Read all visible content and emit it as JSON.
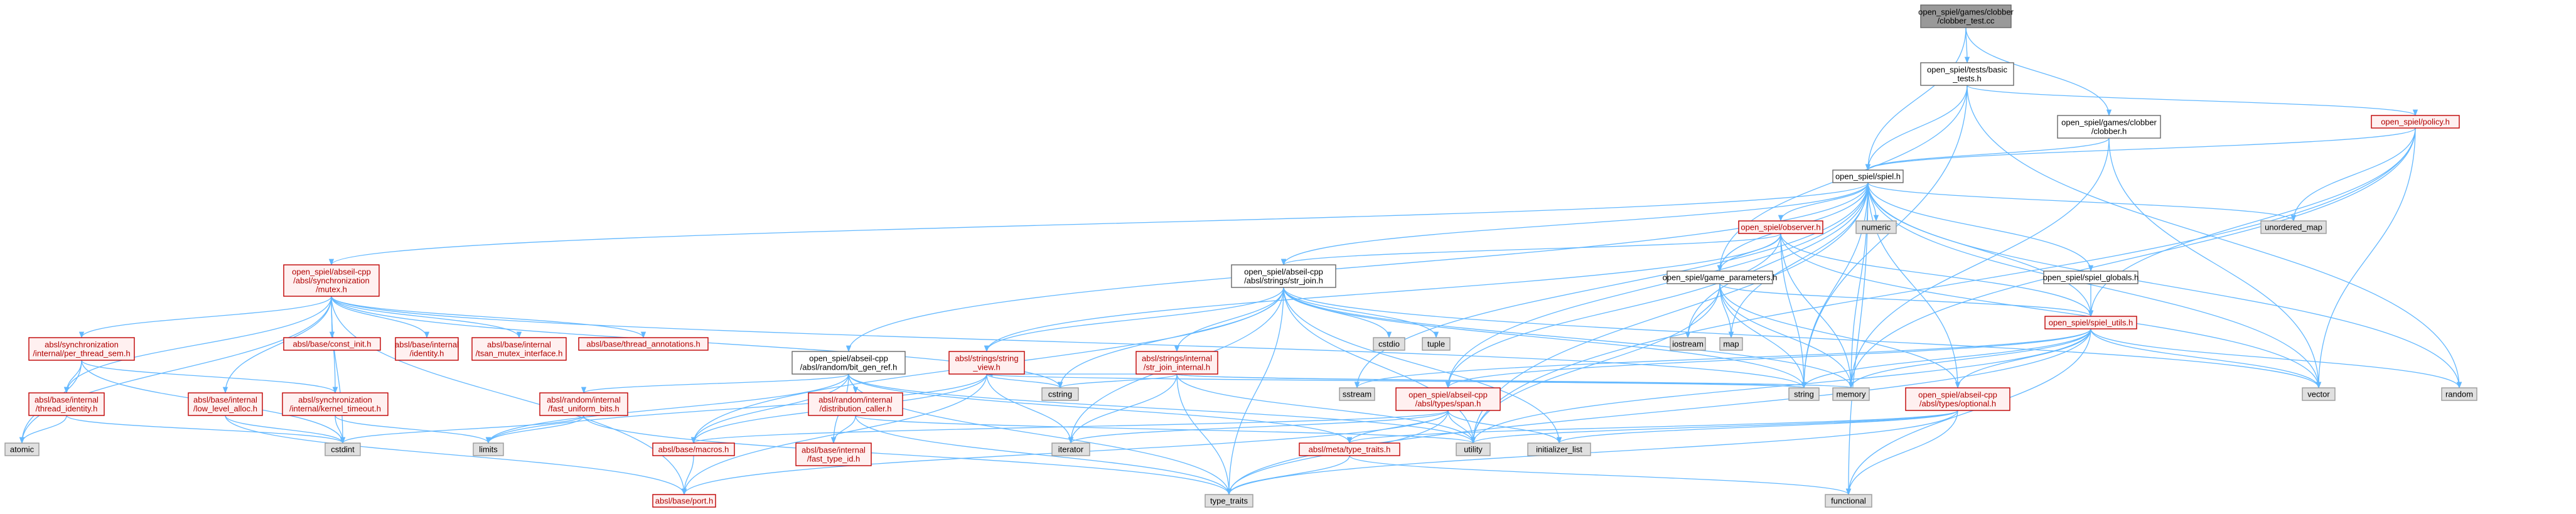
{
  "colors": {
    "edge": "#63b8ff",
    "border_link": "#bf0000",
    "border_plain": "#666666",
    "fill_root": "#999999",
    "fill_doc": "#ffffff",
    "fill_sys": "#e0e0e0",
    "fill_missing": "#fff0f0",
    "text_link": "#b00000",
    "text": "#000000"
  },
  "nodes": [
    {
      "id": "root",
      "kind": "root",
      "lines": [
        "open_spiel/games/clobber",
        "/clobber_test.cc"
      ]
    },
    {
      "id": "basic_tests",
      "kind": "doc",
      "lines": [
        "open_spiel/tests/basic",
        "_tests.h"
      ]
    },
    {
      "id": "clobber_h",
      "kind": "doc",
      "lines": [
        "open_spiel/games/clobber",
        "/clobber.h"
      ]
    },
    {
      "id": "policy_h",
      "kind": "link",
      "lines": [
        "open_spiel/policy.h"
      ]
    },
    {
      "id": "spiel_h",
      "kind": "doc",
      "lines": [
        "open_spiel/spiel.h"
      ]
    },
    {
      "id": "observer_h",
      "kind": "link",
      "lines": [
        "open_spiel/observer.h"
      ]
    },
    {
      "id": "numeric",
      "kind": "sys",
      "lines": [
        "numeric"
      ]
    },
    {
      "id": "unordered_map",
      "kind": "sys",
      "lines": [
        "unordered_map"
      ]
    },
    {
      "id": "mutex_h",
      "kind": "link",
      "lines": [
        "open_spiel/abseil-cpp",
        "/absl/synchronization",
        "/mutex.h"
      ]
    },
    {
      "id": "str_join_h",
      "kind": "doc",
      "lines": [
        "open_spiel/abseil-cpp",
        "/absl/strings/str_join.h"
      ]
    },
    {
      "id": "game_params",
      "kind": "doc",
      "lines": [
        "open_spiel/game_parameters.h"
      ]
    },
    {
      "id": "spiel_globals",
      "kind": "doc",
      "lines": [
        "open_spiel/spiel_globals.h"
      ]
    },
    {
      "id": "spiel_utils",
      "kind": "link",
      "lines": [
        "open_spiel/spiel_utils.h"
      ]
    },
    {
      "id": "per_thread_sem",
      "kind": "link",
      "lines": [
        "absl/synchronization",
        "/internal/per_thread_sem.h"
      ]
    },
    {
      "id": "const_init",
      "kind": "link",
      "lines": [
        "absl/base/const_init.h"
      ]
    },
    {
      "id": "identity_h",
      "kind": "link",
      "lines": [
        "absl/base/internal",
        "/identity.h"
      ]
    },
    {
      "id": "tsan_mutex",
      "kind": "link",
      "lines": [
        "absl/base/internal",
        "/tsan_mutex_interface.h"
      ]
    },
    {
      "id": "thread_annot",
      "kind": "link",
      "lines": [
        "absl/base/thread_annotations.h"
      ]
    },
    {
      "id": "bit_gen_ref",
      "kind": "doc",
      "lines": [
        "open_spiel/abseil-cpp",
        "/absl/random/bit_gen_ref.h"
      ]
    },
    {
      "id": "string_view",
      "kind": "link",
      "lines": [
        "absl/strings/string",
        "_view.h"
      ]
    },
    {
      "id": "str_join_internal",
      "kind": "link",
      "lines": [
        "absl/strings/internal",
        "/str_join_internal.h"
      ]
    },
    {
      "id": "cstdio",
      "kind": "sys",
      "lines": [
        "cstdio"
      ]
    },
    {
      "id": "tuple",
      "kind": "sys",
      "lines": [
        "tuple"
      ]
    },
    {
      "id": "iostream",
      "kind": "sys",
      "lines": [
        "iostream"
      ]
    },
    {
      "id": "map",
      "kind": "sys",
      "lines": [
        "map"
      ]
    },
    {
      "id": "span_h",
      "kind": "link",
      "lines": [
        "open_spiel/abseil-cpp",
        "/absl/types/span.h"
      ]
    },
    {
      "id": "optional_h",
      "kind": "link",
      "lines": [
        "open_spiel/abseil-cpp",
        "/absl/types/optional.h"
      ]
    },
    {
      "id": "thread_identity",
      "kind": "link",
      "lines": [
        "absl/base/internal",
        "/thread_identity.h"
      ]
    },
    {
      "id": "low_level_alloc",
      "kind": "link",
      "lines": [
        "absl/base/internal",
        "/low_level_alloc.h"
      ]
    },
    {
      "id": "kernel_timeout",
      "kind": "link",
      "lines": [
        "absl/synchronization",
        "/internal/kernel_timeout.h"
      ]
    },
    {
      "id": "fast_uniform_bits",
      "kind": "link",
      "lines": [
        "absl/random/internal",
        "/fast_uniform_bits.h"
      ]
    },
    {
      "id": "distribution_caller",
      "kind": "link",
      "lines": [
        "absl/random/internal",
        "/distribution_caller.h"
      ]
    },
    {
      "id": "fast_type_id",
      "kind": "link",
      "lines": [
        "absl/base/internal",
        "/fast_type_id.h"
      ]
    },
    {
      "id": "cstring",
      "kind": "sys",
      "lines": [
        "cstring"
      ]
    },
    {
      "id": "sstream",
      "kind": "sys",
      "lines": [
        "sstream"
      ]
    },
    {
      "id": "string",
      "kind": "sys",
      "lines": [
        "string"
      ]
    },
    {
      "id": "memory",
      "kind": "sys",
      "lines": [
        "memory"
      ]
    },
    {
      "id": "vector",
      "kind": "sys",
      "lines": [
        "vector"
      ]
    },
    {
      "id": "random",
      "kind": "sys",
      "lines": [
        "random"
      ]
    },
    {
      "id": "atomic",
      "kind": "sys",
      "lines": [
        "atomic"
      ]
    },
    {
      "id": "cstdint",
      "kind": "sys",
      "lines": [
        "cstdint"
      ]
    },
    {
      "id": "limits",
      "kind": "sys",
      "lines": [
        "limits"
      ]
    },
    {
      "id": "macros_h",
      "kind": "link",
      "lines": [
        "absl/base/macros.h"
      ]
    },
    {
      "id": "port_h",
      "kind": "link",
      "lines": [
        "absl/base/port.h"
      ]
    },
    {
      "id": "iterator",
      "kind": "sys",
      "lines": [
        "iterator"
      ]
    },
    {
      "id": "type_traits",
      "kind": "sys",
      "lines": [
        "type_traits"
      ]
    },
    {
      "id": "meta_type_traits",
      "kind": "link",
      "lines": [
        "absl/meta/type_traits.h"
      ]
    },
    {
      "id": "utility",
      "kind": "sys",
      "lines": [
        "utility"
      ]
    },
    {
      "id": "initializer_list",
      "kind": "sys",
      "lines": [
        "initializer_list"
      ]
    },
    {
      "id": "functional",
      "kind": "sys",
      "lines": [
        "functional"
      ]
    }
  ],
  "edges": [
    [
      "root",
      "basic_tests"
    ],
    [
      "root",
      "clobber_h"
    ],
    [
      "root",
      "spiel_h"
    ],
    [
      "basic_tests",
      "policy_h"
    ],
    [
      "basic_tests",
      "spiel_h"
    ],
    [
      "basic_tests",
      "game_params"
    ],
    [
      "basic_tests",
      "string"
    ],
    [
      "basic_tests",
      "random"
    ],
    [
      "clobber_h",
      "spiel_h"
    ],
    [
      "clobber_h",
      "memory"
    ],
    [
      "clobber_h",
      "vector"
    ],
    [
      "policy_h",
      "spiel_h"
    ],
    [
      "policy_h",
      "spiel_utils"
    ],
    [
      "policy_h",
      "unordered_map"
    ],
    [
      "policy_h",
      "memory"
    ],
    [
      "policy_h",
      "vector"
    ],
    [
      "policy_h",
      "utility"
    ],
    [
      "spiel_h",
      "observer_h"
    ],
    [
      "spiel_h",
      "numeric"
    ],
    [
      "spiel_h",
      "unordered_map"
    ],
    [
      "spiel_h",
      "mutex_h"
    ],
    [
      "spiel_h",
      "str_join_h"
    ],
    [
      "spiel_h",
      "game_params"
    ],
    [
      "spiel_h",
      "spiel_globals"
    ],
    [
      "spiel_h",
      "spiel_utils"
    ],
    [
      "spiel_h",
      "bit_gen_ref"
    ],
    [
      "spiel_h",
      "span_h"
    ],
    [
      "spiel_h",
      "optional_h"
    ],
    [
      "spiel_h",
      "iostream"
    ],
    [
      "spiel_h",
      "map"
    ],
    [
      "spiel_h",
      "string"
    ],
    [
      "spiel_h",
      "memory"
    ],
    [
      "spiel_h",
      "vector"
    ],
    [
      "spiel_h",
      "random"
    ],
    [
      "spiel_h",
      "functional"
    ],
    [
      "spiel_h",
      "utility"
    ],
    [
      "spiel_h",
      "sstream"
    ],
    [
      "observer_h",
      "str_join_h"
    ],
    [
      "observer_h",
      "game_params"
    ],
    [
      "observer_h",
      "spiel_utils"
    ],
    [
      "observer_h",
      "span_h"
    ],
    [
      "observer_h",
      "string"
    ],
    [
      "observer_h",
      "memory"
    ],
    [
      "observer_h",
      "vector"
    ],
    [
      "observer_h",
      "string_view"
    ],
    [
      "mutex_h",
      "per_thread_sem"
    ],
    [
      "mutex_h",
      "const_init"
    ],
    [
      "mutex_h",
      "identity_h"
    ],
    [
      "mutex_h",
      "tsan_mutex"
    ],
    [
      "mutex_h",
      "thread_annot"
    ],
    [
      "mutex_h",
      "thread_identity"
    ],
    [
      "mutex_h",
      "low_level_alloc"
    ],
    [
      "mutex_h",
      "kernel_timeout"
    ],
    [
      "mutex_h",
      "atomic"
    ],
    [
      "mutex_h",
      "cstdint"
    ],
    [
      "mutex_h",
      "port_h"
    ],
    [
      "mutex_h",
      "cstring"
    ],
    [
      "mutex_h",
      "string"
    ],
    [
      "str_join_h",
      "string_view"
    ],
    [
      "str_join_h",
      "str_join_internal"
    ],
    [
      "str_join_h",
      "macros_h"
    ],
    [
      "str_join_h",
      "cstdio"
    ],
    [
      "str_join_h",
      "tuple"
    ],
    [
      "str_join_h",
      "cstring"
    ],
    [
      "str_join_h",
      "iterator"
    ],
    [
      "str_join_h",
      "string"
    ],
    [
      "str_join_h",
      "type_traits"
    ],
    [
      "str_join_h",
      "utility"
    ],
    [
      "str_join_h",
      "initializer_list"
    ],
    [
      "str_join_h",
      "memory"
    ],
    [
      "str_join_h",
      "vector"
    ],
    [
      "game_params",
      "spiel_utils"
    ],
    [
      "game_params",
      "optional_h"
    ],
    [
      "game_params",
      "iostream"
    ],
    [
      "game_params",
      "map"
    ],
    [
      "game_params",
      "string"
    ],
    [
      "game_params",
      "memory"
    ],
    [
      "game_params",
      "utility"
    ],
    [
      "spiel_globals",
      "spiel_utils"
    ],
    [
      "spiel_utils",
      "optional_h"
    ],
    [
      "spiel_utils",
      "span_h"
    ],
    [
      "spiel_utils",
      "sstream"
    ],
    [
      "spiel_utils",
      "string"
    ],
    [
      "spiel_utils",
      "memory"
    ],
    [
      "spiel_utils",
      "vector"
    ],
    [
      "spiel_utils",
      "random"
    ],
    [
      "spiel_utils",
      "functional"
    ],
    [
      "spiel_utils",
      "type_traits"
    ],
    [
      "spiel_utils",
      "utility"
    ],
    [
      "per_thread_sem",
      "thread_identity"
    ],
    [
      "per_thread_sem",
      "kernel_timeout"
    ],
    [
      "per_thread_sem",
      "atomic"
    ],
    [
      "per_thread_sem",
      "cstdint"
    ],
    [
      "thread_identity",
      "atomic"
    ],
    [
      "thread_identity",
      "cstdint"
    ],
    [
      "low_level_alloc",
      "cstdint"
    ],
    [
      "low_level_alloc",
      "port_h"
    ],
    [
      "kernel_timeout",
      "cstdint"
    ],
    [
      "kernel_timeout",
      "limits"
    ],
    [
      "bit_gen_ref",
      "fast_uniform_bits"
    ],
    [
      "bit_gen_ref",
      "distribution_caller"
    ],
    [
      "bit_gen_ref",
      "fast_type_id"
    ],
    [
      "bit_gen_ref",
      "macros_h"
    ],
    [
      "bit_gen_ref",
      "meta_type_traits"
    ],
    [
      "bit_gen_ref",
      "limits"
    ],
    [
      "bit_gen_ref",
      "type_traits"
    ],
    [
      "bit_gen_ref",
      "utility"
    ],
    [
      "fast_uniform_bits",
      "cstdint"
    ],
    [
      "fast_uniform_bits",
      "limits"
    ],
    [
      "fast_uniform_bits",
      "type_traits"
    ],
    [
      "distribution_caller",
      "fast_type_id"
    ],
    [
      "distribution_caller",
      "utility"
    ],
    [
      "distribution_caller",
      "type_traits"
    ],
    [
      "string_view",
      "macros_h"
    ],
    [
      "string_view",
      "port_h"
    ],
    [
      "string_view",
      "cstring"
    ],
    [
      "string_view",
      "iterator"
    ],
    [
      "string_view",
      "string"
    ],
    [
      "string_view",
      "limits"
    ],
    [
      "str_join_internal",
      "string_view"
    ],
    [
      "str_join_internal",
      "cstring"
    ],
    [
      "str_join_internal",
      "iterator"
    ],
    [
      "str_join_internal",
      "memory"
    ],
    [
      "str_join_internal",
      "string"
    ],
    [
      "str_join_internal",
      "type_traits"
    ],
    [
      "str_join_internal",
      "utility"
    ],
    [
      "span_h",
      "macros_h"
    ],
    [
      "span_h",
      "meta_type_traits"
    ],
    [
      "span_h",
      "port_h"
    ],
    [
      "span_h",
      "iterator"
    ],
    [
      "span_h",
      "type_traits"
    ],
    [
      "span_h",
      "utility"
    ],
    [
      "span_h",
      "initializer_list"
    ],
    [
      "optional_h",
      "meta_type_traits"
    ],
    [
      "optional_h",
      "functional"
    ],
    [
      "optional_h",
      "initializer_list"
    ],
    [
      "optional_h",
      "type_traits"
    ],
    [
      "optional_h",
      "utility"
    ],
    [
      "macros_h",
      "port_h"
    ],
    [
      "meta_type_traits",
      "type_traits"
    ],
    [
      "meta_type_traits",
      "functional"
    ]
  ]
}
